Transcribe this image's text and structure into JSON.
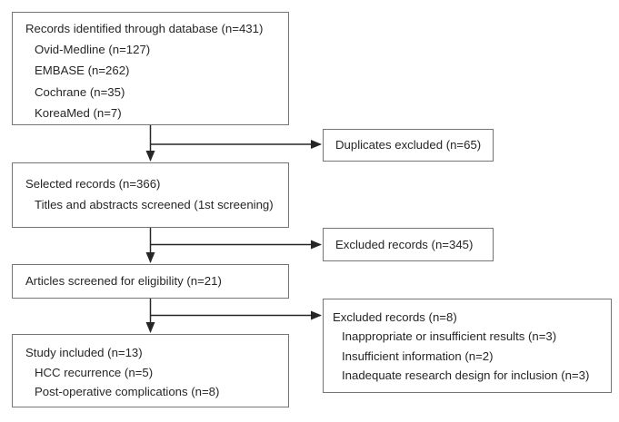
{
  "flow": {
    "identified": {
      "title": "Records identified through database (n=431)",
      "items": [
        "Ovid-Medline (n=127)",
        "EMBASE (n=262)",
        "Cochrane (n=35)",
        "KoreaMed (n=7)"
      ]
    },
    "duplicates_excluded": {
      "title": "Duplicates excluded (n=65)"
    },
    "selected": {
      "title": "Selected records (n=366)",
      "items": [
        "Titles and abstracts screened (1st screening)"
      ]
    },
    "excluded_records_345": {
      "title": "Excluded records (n=345)"
    },
    "eligibility": {
      "title": "Articles screened for eligibility (n=21)"
    },
    "excluded_records_8": {
      "title": "Excluded records (n=8)",
      "items": [
        "Inappropriate or insufficient results (n=3)",
        "Insufficient information (n=2)",
        "Inadequate research design for inclusion (n=3)"
      ]
    },
    "included": {
      "title": "Study included (n=13)",
      "items": [
        "HCC recurrence (n=5)",
        "Post-operative complications (n=8)"
      ]
    },
    "colors": {
      "box_border": "#757575",
      "arrow": "#262626",
      "text": "#262626",
      "background": "#ffffff"
    }
  }
}
